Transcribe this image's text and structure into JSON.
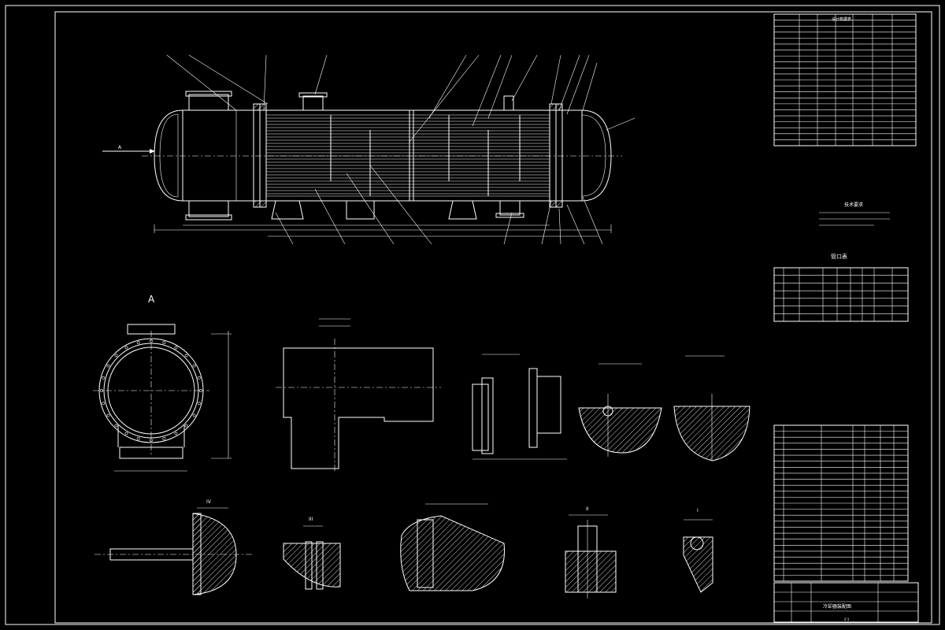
{
  "drawing": {
    "view_a_label": "A",
    "flow_arrow_label": "A",
    "title_block_name": "冷却器装配图",
    "technical_requirements_title": "技术要求",
    "nozzle_table_title": "管口表",
    "technical_characteristics_title": "设计数据表",
    "detail_labels": [
      "IV",
      "III",
      "II",
      "I"
    ],
    "detail_scale": "2:1"
  },
  "colors": {
    "background": "#000000",
    "line": "#ffffff"
  }
}
